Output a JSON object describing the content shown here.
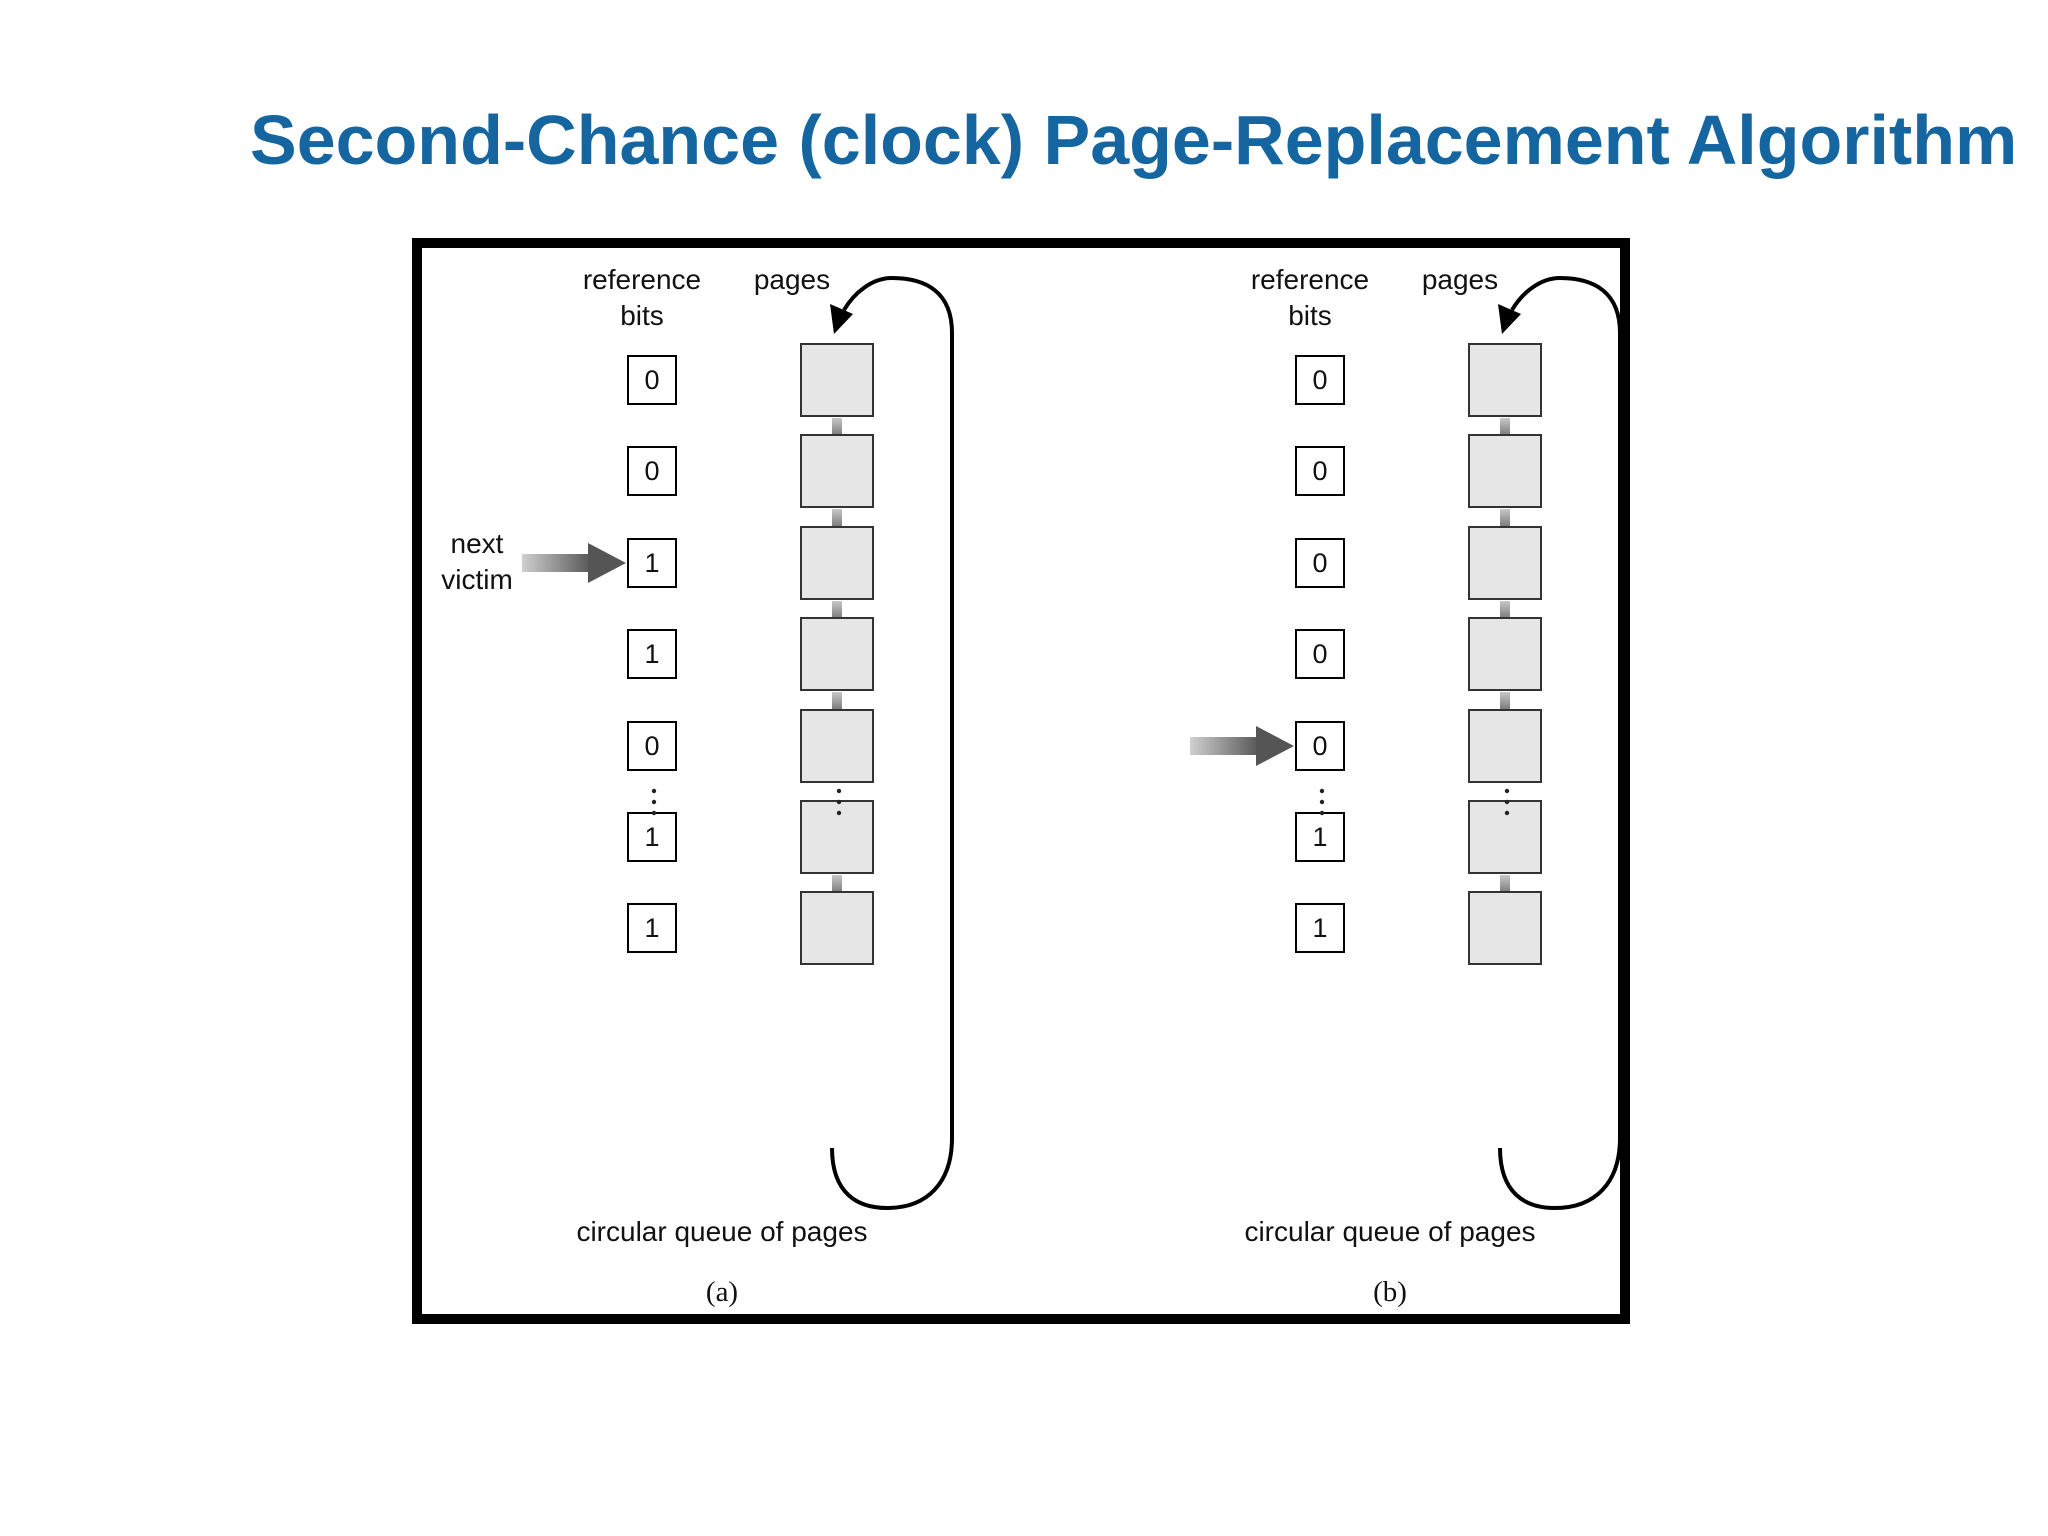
{
  "title": "Second-Chance (clock) Page-Replacement Algorithm",
  "panels": [
    {
      "id": "a",
      "header_reference": "reference\nbits",
      "header_pages": "pages",
      "bits": [
        "0",
        "0",
        "1",
        "1",
        "0",
        "1",
        "1"
      ],
      "pointer_index": 2,
      "pointer_label": "next\nvictim",
      "caption": "circular queue of pages",
      "sublabel": "(a)"
    },
    {
      "id": "b",
      "header_reference": "reference\nbits",
      "header_pages": "pages",
      "bits": [
        "0",
        "0",
        "0",
        "0",
        "0",
        "1",
        "1"
      ],
      "pointer_index": 4,
      "pointer_label": "",
      "caption": "circular queue of pages",
      "sublabel": "(b)"
    }
  ]
}
